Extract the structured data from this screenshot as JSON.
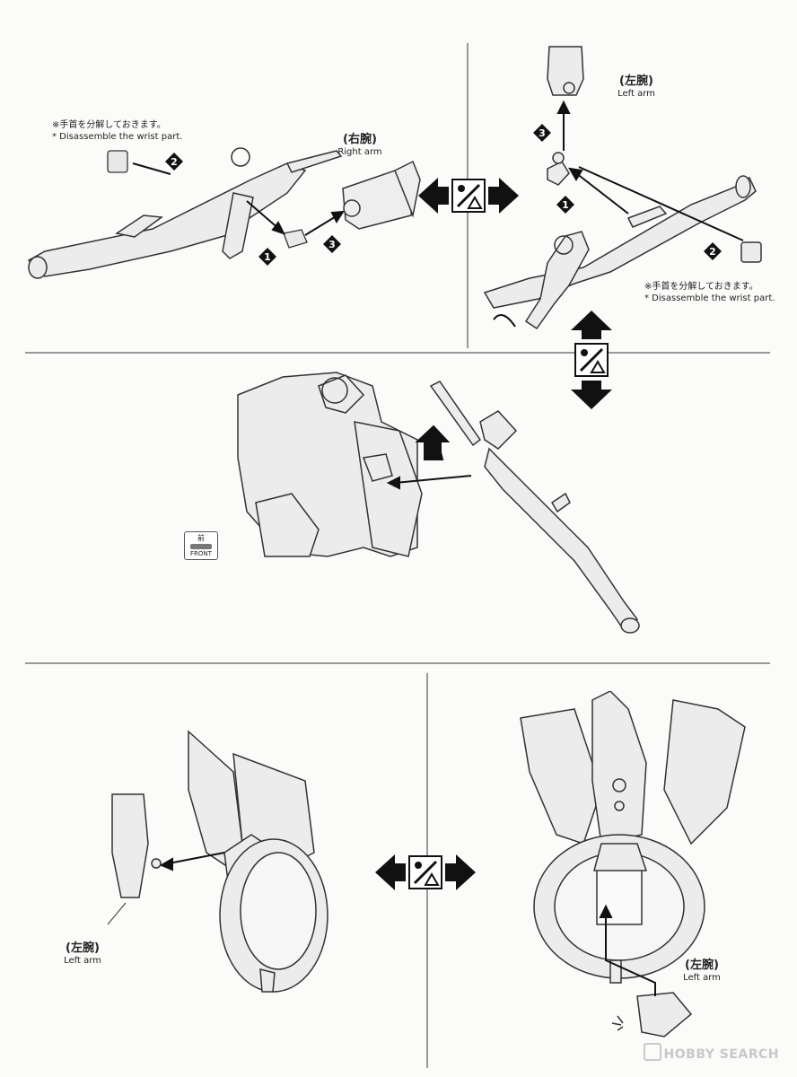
{
  "panels": {
    "top_left": {
      "note_jp": "※手首を分解しておきます。",
      "note_en": "* Disassemble the wrist part.",
      "arm_label_jp": "(右腕)",
      "arm_label_en": "Right arm",
      "steps": [
        "1",
        "2",
        "3"
      ]
    },
    "top_right": {
      "arm_label_jp": "(左腕)",
      "arm_label_en": "Left arm",
      "note_jp": "※手首を分解しておきます。",
      "note_en": "* Disassemble the wrist part.",
      "steps": [
        "1",
        "2",
        "3"
      ]
    },
    "middle": {
      "front_badge_kanji": "前",
      "front_badge_text": "FRONT"
    },
    "bottom_left": {
      "arm_label_jp": "(左腕)",
      "arm_label_en": "Left arm"
    },
    "bottom_right": {
      "arm_label_jp": "(左腕)",
      "arm_label_en": "Left arm"
    }
  },
  "watermark": "HOBBY SEARCH",
  "icons": [
    "swap-arrows-icon",
    "step-number-icon",
    "front-direction-icon",
    "assembly-arrow-icon"
  ]
}
